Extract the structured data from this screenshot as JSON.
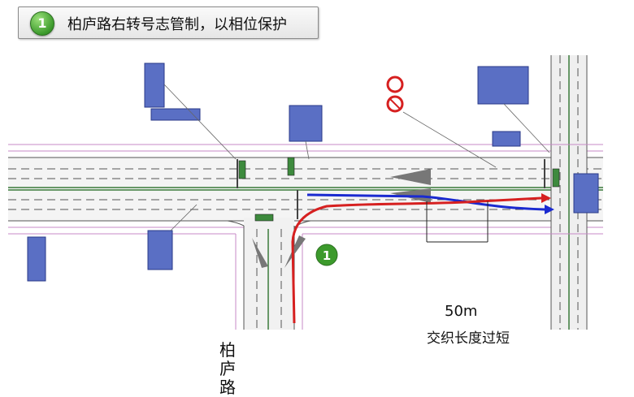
{
  "header": {
    "badge_number": "1",
    "title": "柏庐路右转号志管制，以相位保护"
  },
  "diagram": {
    "marker_number": "1",
    "weave_length": "50m",
    "weave_note": "交织长度过短",
    "road_name": "柏庐路",
    "colors": {
      "red_path": "#d62020",
      "blue_path": "#1a2ad0",
      "sign_blue": "#5a6fc4",
      "lane_green": "#3a7a3a"
    }
  }
}
